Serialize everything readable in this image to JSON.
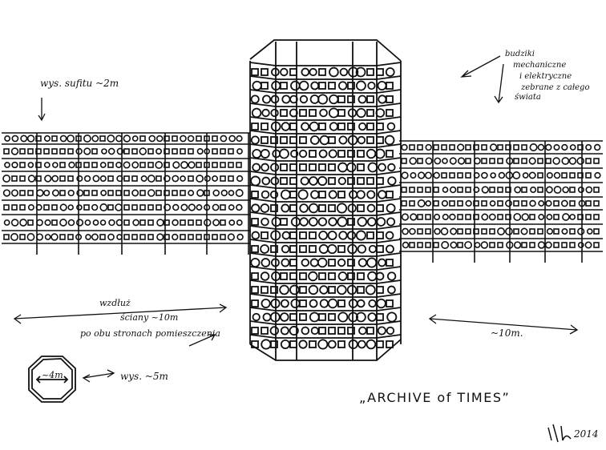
{
  "title": "„ARCHIVE of TIMES”",
  "signature": "2014",
  "annotations": {
    "height": "wys. sufitu ~2m",
    "clocks_line1": "budziki",
    "clocks_line2": "mechaniczne",
    "clocks_line3": "i elektryczne",
    "clocks_line4": "zebrane z całego",
    "clocks_line5": "świata",
    "along_line1": "wzdłuż",
    "along_line2": "ściany ~10m",
    "along_line3": "po obu stronach pomieszczenia",
    "right_len": "~10m.",
    "diameter": "~4m",
    "tower_height": "wys. ~5m"
  },
  "colors": {
    "ink": "#111111",
    "paper": "#ffffff"
  }
}
